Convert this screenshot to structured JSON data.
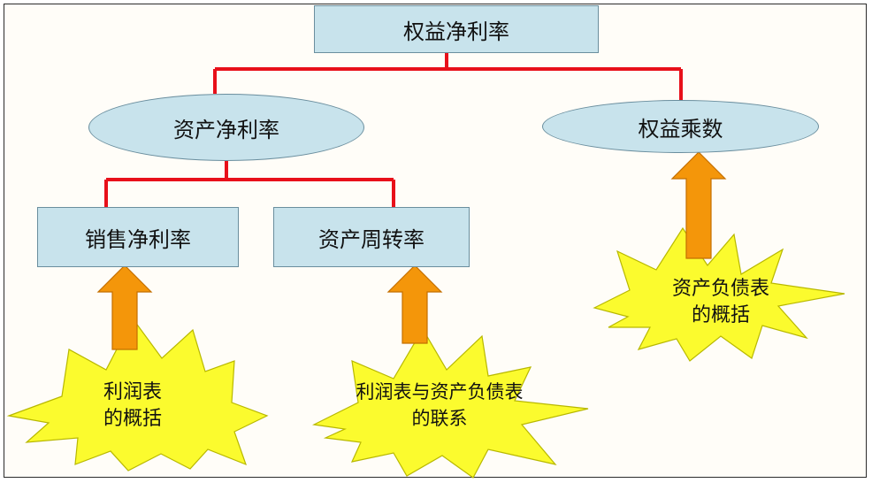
{
  "colors": {
    "node_fill": "#c8e3ec",
    "node_border": "#6a8e9e",
    "connector": "#e8101a",
    "arrow_fill": "#f4960a",
    "burst_fill": "#fbfb2e"
  },
  "nodes": {
    "root": "权益净利率",
    "asset_net_margin": "资产净利率",
    "equity_multiplier": "权益乘数",
    "sales_net_margin": "销售净利率",
    "asset_turnover": "资产周转率"
  },
  "bursts": {
    "income_statement": [
      "利润表",
      "的概括"
    ],
    "income_balance": [
      "利润表与资产负债表",
      "的联系"
    ],
    "balance_sheet": [
      "资产负债表",
      "的概括"
    ]
  }
}
